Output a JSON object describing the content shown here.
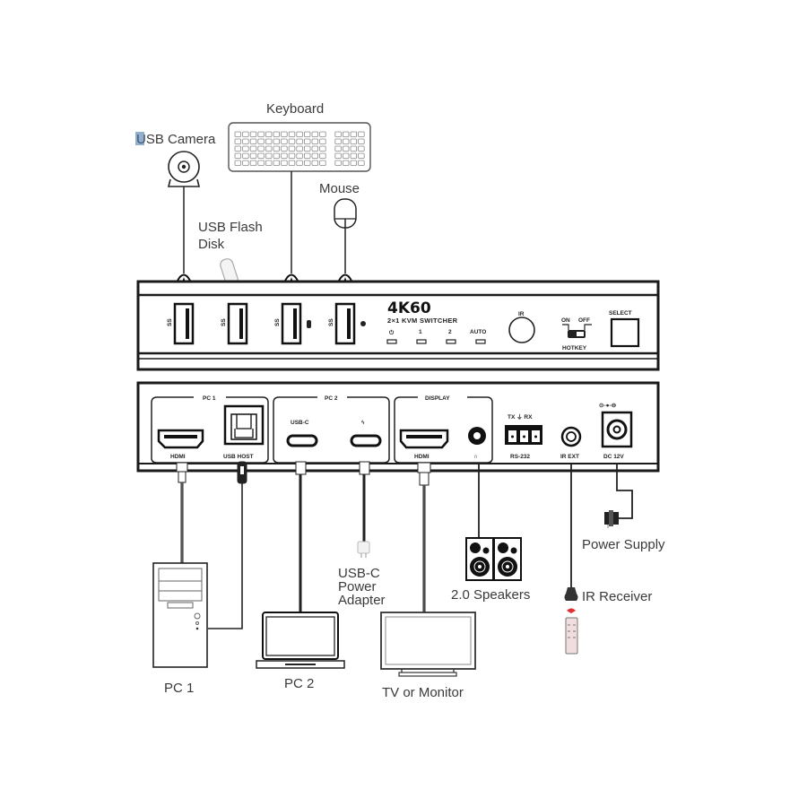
{
  "devices": {
    "usb_camera": "USB Camera",
    "keyboard": "Keyboard",
    "usb_flash_disk_line1": "USB Flash",
    "usb_flash_disk_line2": "Disk",
    "mouse": "Mouse",
    "pc1": "PC 1",
    "pc2": "PC 2",
    "usbc_adapter_line1": "USB-C",
    "usbc_adapter_line2": "Power",
    "usbc_adapter_line3": "Adapter",
    "tv": "TV or Monitor",
    "speakers": "2.0 Speakers",
    "power_supply": "Power Supply",
    "ir_receiver": "IR Receiver"
  },
  "front_panel": {
    "brand": "4K60",
    "model": "2×1 KVM SWITCHER",
    "leds": [
      "⏻",
      "1",
      "2",
      "AUTO"
    ],
    "ir_label": "IR",
    "hotkey_on": "ON",
    "hotkey_off": "OFF",
    "hotkey_label": "HOTKEY",
    "select_label": "SELECT"
  },
  "rear_panel": {
    "pc1_group": "PC 1",
    "pc1_hdmi": "HDMI",
    "pc1_usb_host": "USB HOST",
    "pc2_group": "PC 2",
    "pc2_usbc": "USB-C",
    "pc2_power_symbol": "ϟ",
    "display_group": "DISPLAY",
    "display_hdmi": "HDMI",
    "audio_symbol": "∩",
    "rs232_top": "TX ⏚ RX",
    "rs232_label": "RS-232",
    "ir_ext_label": "IR EXT",
    "dc_polarity": "⊙-●-⊖",
    "dc_label": "DC 12V"
  },
  "colors": {
    "line": "#1a1a1a",
    "label": "#3a3a3a",
    "highlight": "#3b6ea5",
    "remote_signal": "#e03030",
    "remote_body": "#f0dede"
  }
}
